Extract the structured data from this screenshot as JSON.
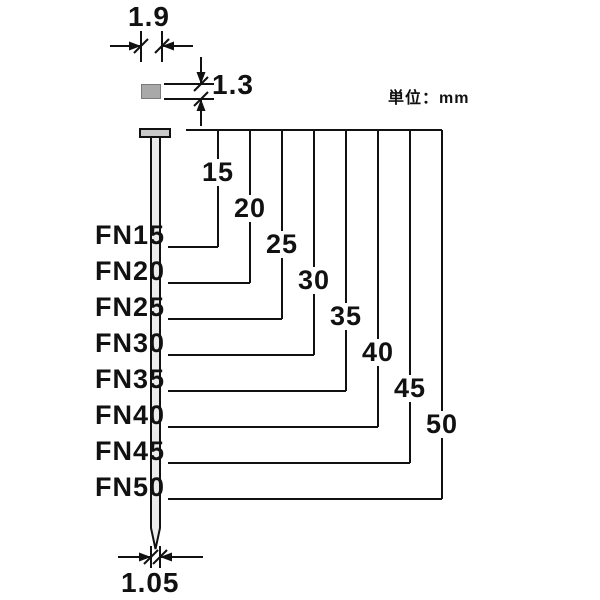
{
  "unit_note": "単位：mm",
  "dimensions": {
    "head_width_mm": "1.9",
    "head_thickness_mm": "1.3",
    "shank_diameter_mm": "1.05"
  },
  "models": [
    {
      "name": "FN15",
      "length_mm": "15"
    },
    {
      "name": "FN20",
      "length_mm": "20"
    },
    {
      "name": "FN25",
      "length_mm": "25"
    },
    {
      "name": "FN30",
      "length_mm": "30"
    },
    {
      "name": "FN35",
      "length_mm": "35"
    },
    {
      "name": "FN40",
      "length_mm": "40"
    },
    {
      "name": "FN45",
      "length_mm": "45"
    },
    {
      "name": "FN50",
      "length_mm": "50"
    }
  ]
}
